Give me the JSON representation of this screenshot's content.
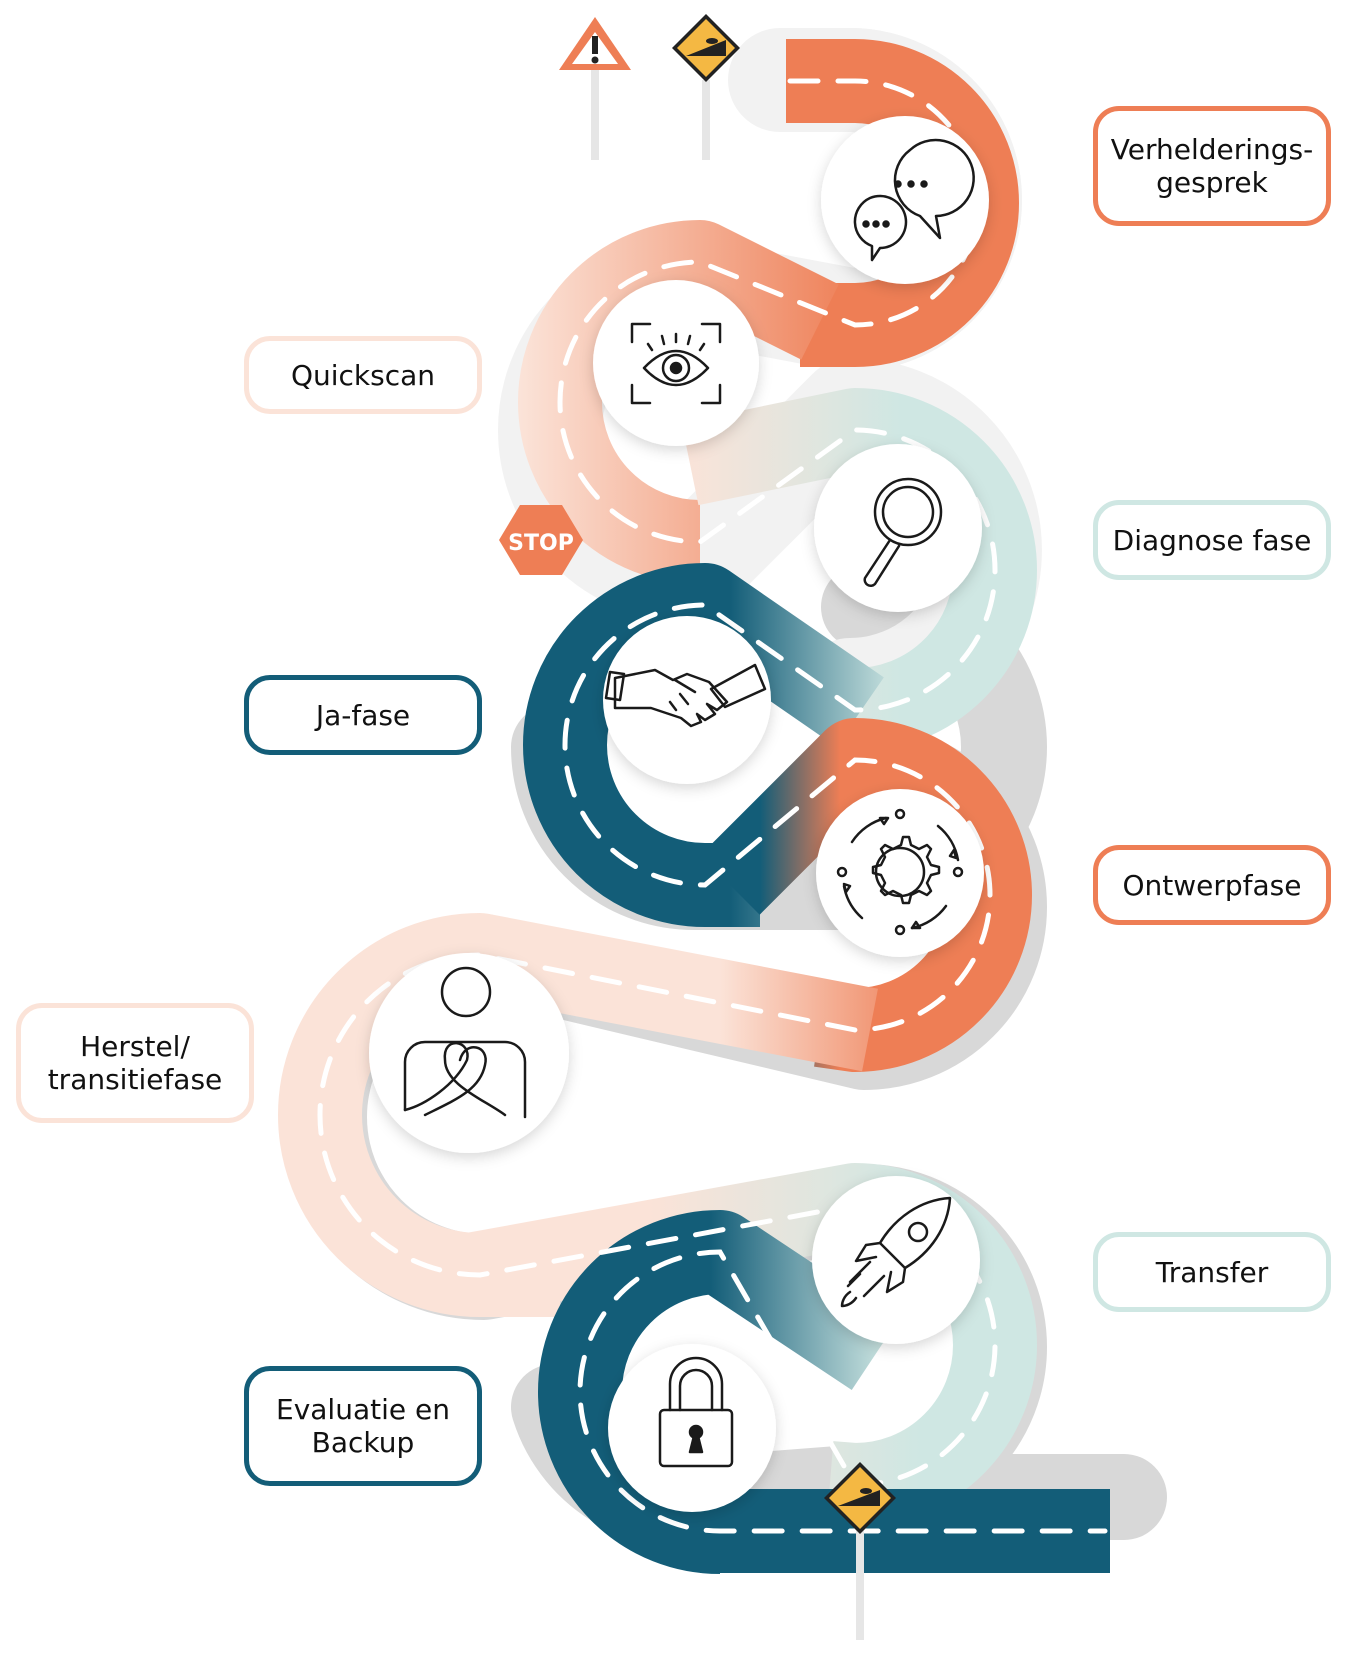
{
  "signs": {
    "stop_text": "STOP"
  },
  "steps": [
    {
      "label": "Verhelderings-\ngesprek",
      "icon": "chat-bubbles-icon"
    },
    {
      "label": "Quickscan",
      "icon": "eye-scan-icon"
    },
    {
      "label": "Diagnose fase",
      "icon": "magnifier-icon"
    },
    {
      "label": "Ja-fase",
      "icon": "handshake-icon"
    },
    {
      "label": "Ontwerpfase",
      "icon": "gear-cycle-icon"
    },
    {
      "label": "Herstel/\ntransitiefase",
      "icon": "person-heart-icon"
    },
    {
      "label": "Transfer",
      "icon": "rocket-icon"
    },
    {
      "label": "Evaluatie en\nBackup",
      "icon": "padlock-icon"
    }
  ],
  "colors": {
    "orange": "#ee7e55",
    "peach": "#fbe3d8",
    "mint": "#cfe7e3",
    "teal": "#135d78",
    "sign_yellow": "#f4b843"
  }
}
